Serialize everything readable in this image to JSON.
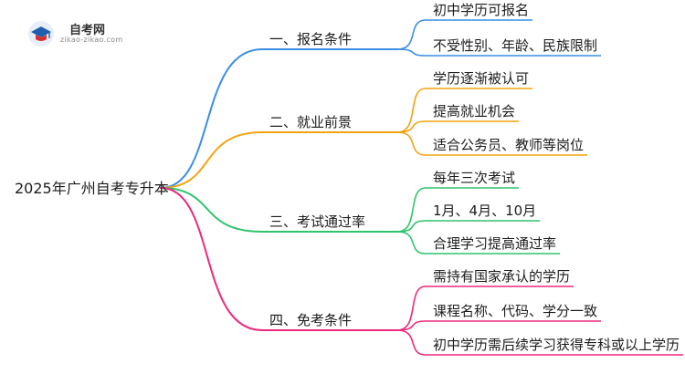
{
  "logo": {
    "name": "自考网",
    "url": "zikao-zikao.com"
  },
  "root": {
    "label": "2025年广州自考专升本"
  },
  "branches": [
    {
      "label": "一、报名条件",
      "color": "#3b8ee8",
      "items": [
        "初中学历可报名",
        "不受性别、年龄、民族限制"
      ]
    },
    {
      "label": "二、就业前景",
      "color": "#f2a30f",
      "items": [
        "学历逐渐被认可",
        "提高就业机会",
        "适合公务员、教师等岗位"
      ]
    },
    {
      "label": "三、考试通过率",
      "color": "#2fc46c",
      "items": [
        "每年三次考试",
        "1月、4月、10月",
        "合理学习提高通过率"
      ]
    },
    {
      "label": "四、免考条件",
      "color": "#ec2a7c",
      "items": [
        "需持有国家承认的学历",
        "课程名称、代码、学分一致",
        "初中学历需后续学习获得专科或以上学历"
      ]
    }
  ]
}
